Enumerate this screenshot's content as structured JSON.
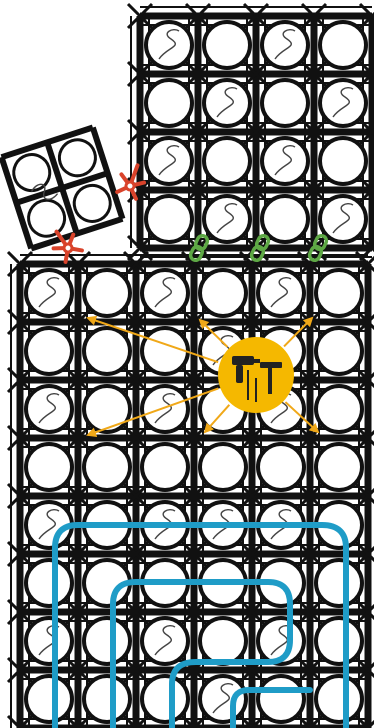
{
  "diagram": {
    "description_visible_text": [],
    "palette": {
      "background": "#ffffff",
      "lattice_line": "#111111",
      "cell_fill": "#ffffff",
      "swirl_stroke": "#444444",
      "bond_red": "#d9432b",
      "link_green": "#5ea845",
      "hub_fill": "#f5b800",
      "hub_arrow": "#f0a818",
      "hub_tool": "#222222",
      "route_blue": "#1f9cc7"
    },
    "features": {
      "detached_tile": {
        "icon": "detached-lattice-tile"
      },
      "red_connectors": {
        "count": 2,
        "icon": "red-connector-icon"
      },
      "green_links": {
        "count": 3,
        "icon": "chain-link-icon"
      },
      "hub": {
        "icon": "tool-hub-icon",
        "arrow_count": 6
      },
      "route": {
        "icon": "serpentine-route"
      }
    }
  }
}
